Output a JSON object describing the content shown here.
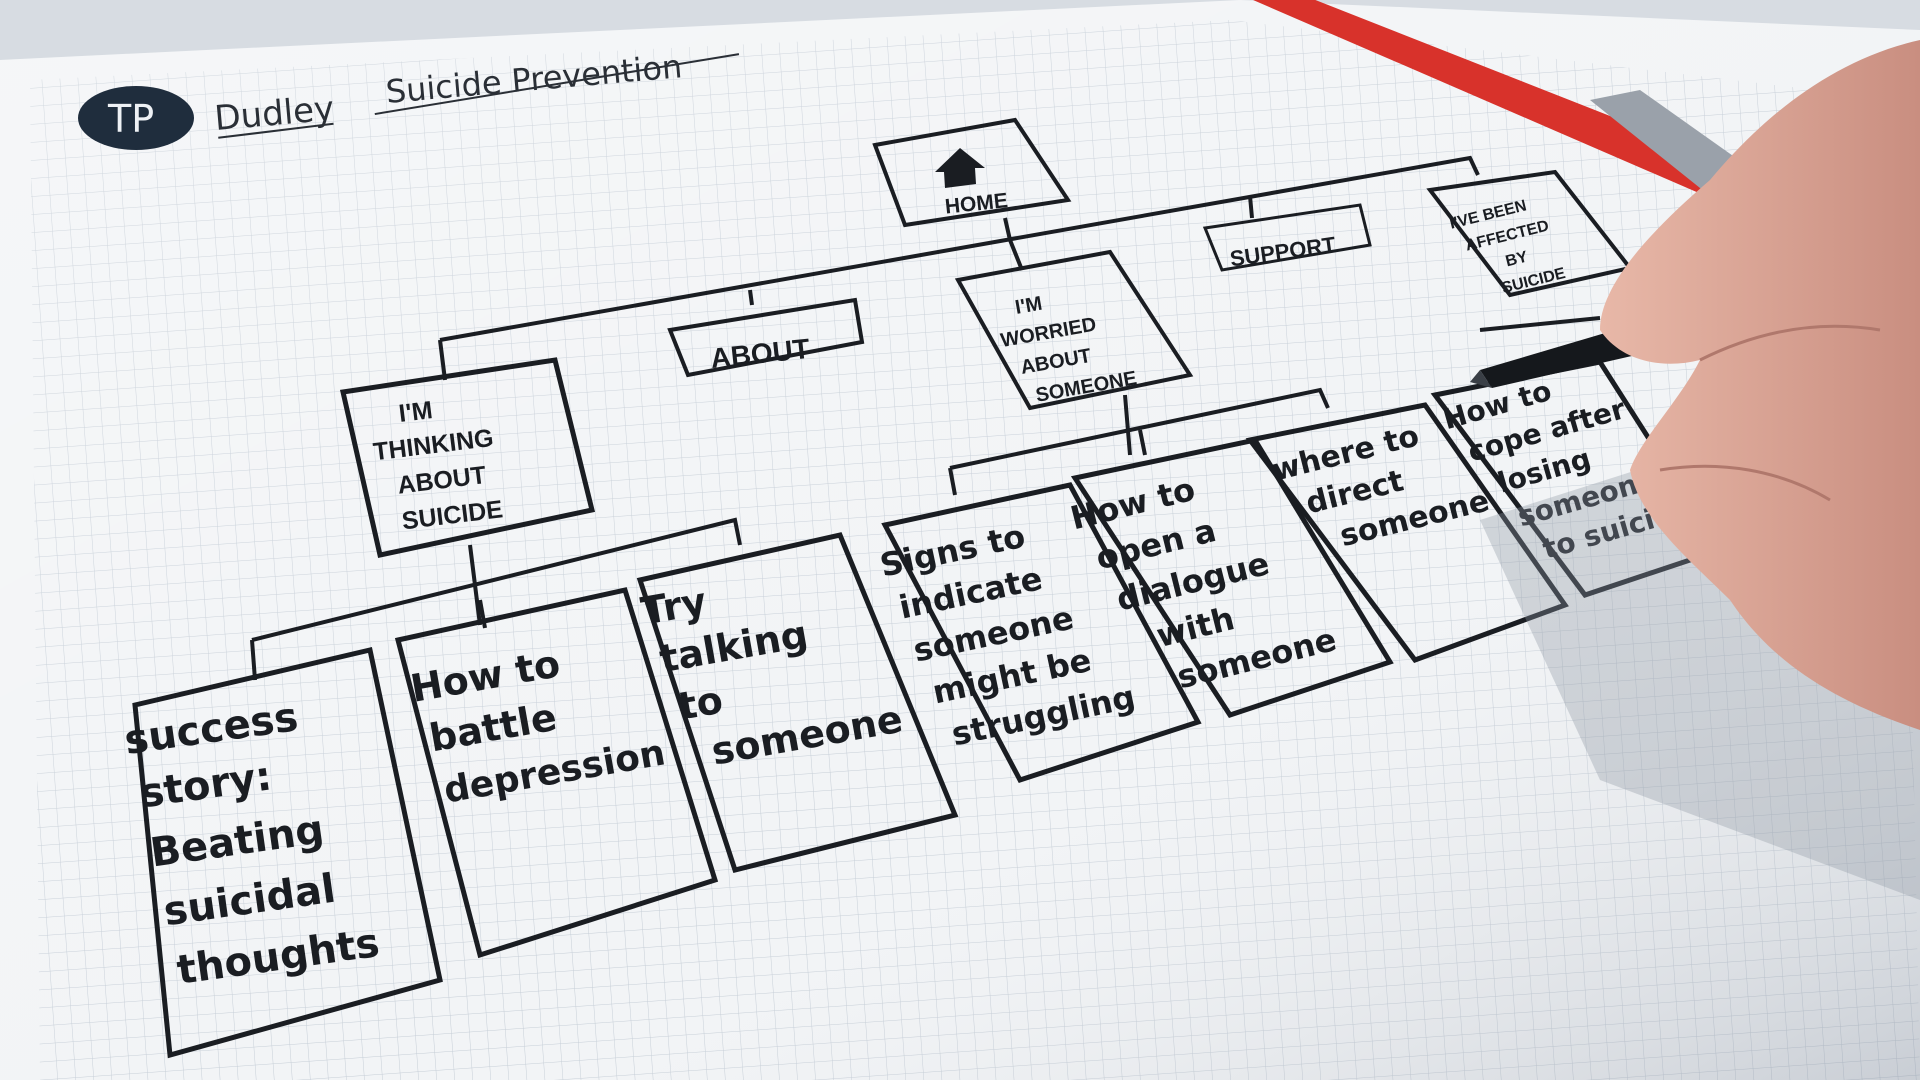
{
  "header": {
    "logo_text": "TP",
    "title_word1": "Dudley",
    "title_word2": "Suicide Prevention"
  },
  "sitemap": {
    "home": "HOME",
    "about": "ABOUT",
    "support": "SUPPORT",
    "thinking": [
      "I'M",
      "THINKING",
      "ABOUT",
      "SUICIDE"
    ],
    "worried": [
      "I'M",
      "WORRIED",
      "ABOUT",
      "SOMEONE"
    ],
    "affected": [
      "I'VE BEEN",
      "AFFECTED",
      "BY",
      "SUICIDE"
    ],
    "success_story": [
      "success",
      "story:",
      "Beating",
      "suicidal",
      "thoughts"
    ],
    "battle_depression": [
      "How to",
      "battle",
      "depression"
    ],
    "try_talking": [
      "Try",
      "talking",
      "to",
      "someone"
    ],
    "signs": [
      "Signs to",
      "indicate",
      "someone",
      "might be",
      "struggling"
    ],
    "open_dialogue": [
      "How to",
      "open a",
      "dialogue",
      "with",
      "someone"
    ],
    "direct_someone": [
      "where to",
      "direct",
      "someone"
    ],
    "cope": [
      "How to",
      "cope after",
      "losing",
      "someone",
      "to suicide"
    ]
  },
  "colors": {
    "ink": "#1a1d22",
    "paper": "#f3f5f7",
    "grid": "#c9d0d8",
    "pencil_red": "#d8322b",
    "logo_bg": "#1f2d3d"
  },
  "icons": {
    "home": "house-icon"
  }
}
